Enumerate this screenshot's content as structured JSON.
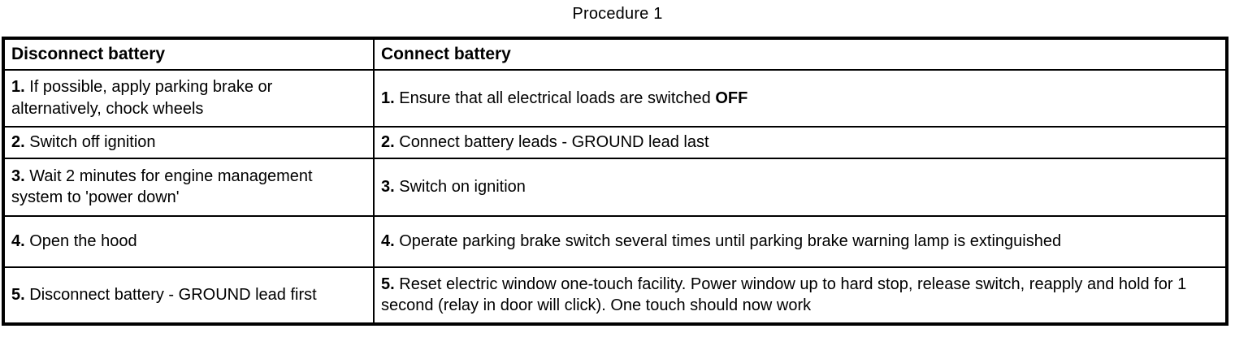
{
  "title": "Procedure 1",
  "table": {
    "headers": [
      "Disconnect battery",
      "Connect battery"
    ],
    "rows": [
      {
        "disconnect": [
          {
            "t": "1.",
            "b": true
          },
          {
            "t": " If possible, apply parking brake or alternatively, chock wheels",
            "b": false
          }
        ],
        "connect": [
          {
            "t": "1.",
            "b": true
          },
          {
            "t": " Ensure that all electrical loads are switched ",
            "b": false
          },
          {
            "t": "OFF",
            "b": true
          }
        ]
      },
      {
        "disconnect": [
          {
            "t": "2.",
            "b": true
          },
          {
            "t": " Switch off ignition",
            "b": false
          }
        ],
        "connect": [
          {
            "t": "2.",
            "b": true
          },
          {
            "t": " Connect battery leads - GROUND lead last",
            "b": false
          }
        ]
      },
      {
        "disconnect": [
          {
            "t": "3.",
            "b": true
          },
          {
            "t": " Wait 2 minutes for engine management system to 'power down'",
            "b": false
          }
        ],
        "connect": [
          {
            "t": "3.",
            "b": true
          },
          {
            "t": " Switch on ignition",
            "b": false
          }
        ]
      },
      {
        "disconnect": [
          {
            "t": "4.",
            "b": true
          },
          {
            "t": " Open the hood",
            "b": false
          }
        ],
        "connect": [
          {
            "t": "4.",
            "b": true
          },
          {
            "t": " Operate parking brake switch several times until parking brake warning lamp is extinguished",
            "b": false
          }
        ]
      },
      {
        "disconnect": [
          {
            "t": "5.",
            "b": true
          },
          {
            "t": " Disconnect battery - GROUND lead first",
            "b": false
          }
        ],
        "connect": [
          {
            "t": "5.",
            "b": true
          },
          {
            "t": " Reset electric window one-touch facility. Power window up to hard stop, release switch, reapply and hold for 1 second (relay in door will click). One touch should now work",
            "b": false
          }
        ]
      }
    ]
  },
  "colors": {
    "border": "#000000",
    "text": "#000000",
    "background": "#ffffff"
  }
}
